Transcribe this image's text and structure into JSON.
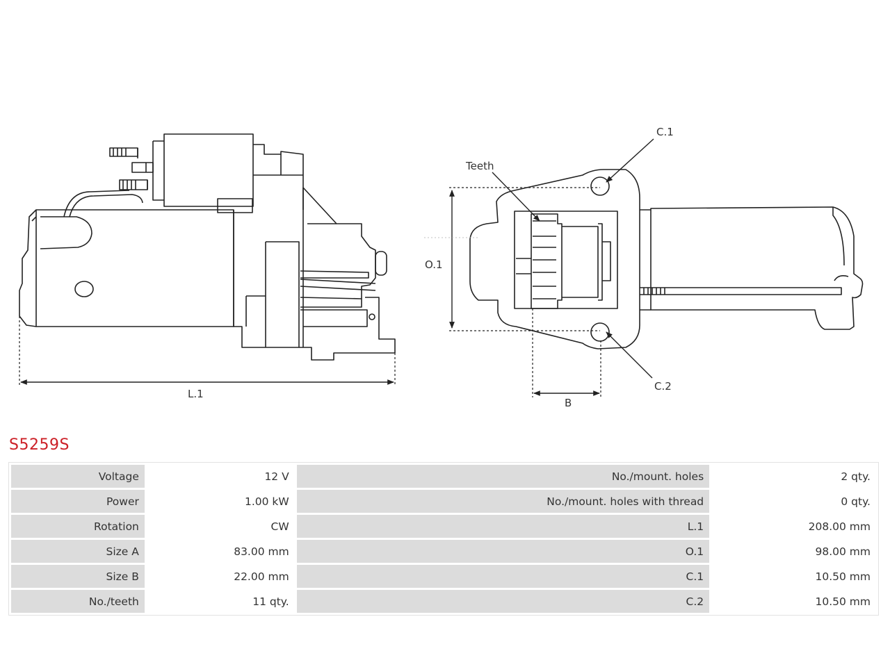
{
  "diagram": {
    "side_view": {
      "length_label": "L.1"
    },
    "front_view": {
      "teeth_label": "Teeth",
      "c1_label": "C.1",
      "c2_label": "C.2",
      "o1_label": "O.1",
      "b_label": "B"
    }
  },
  "part_number": "S5259S",
  "specs": {
    "rows": [
      [
        {
          "label": "Voltage",
          "value": "12 V"
        },
        {
          "label": "No./mount. holes",
          "value": "2 qty."
        }
      ],
      [
        {
          "label": "Power",
          "value": "1.00 kW"
        },
        {
          "label": "No./mount. holes with thread",
          "value": "0 qty."
        }
      ],
      [
        {
          "label": "Rotation",
          "value": "CW"
        },
        {
          "label": "L.1",
          "value": "208.00 mm"
        }
      ],
      [
        {
          "label": "Size A",
          "value": "83.00 mm"
        },
        {
          "label": "O.1",
          "value": "98.00 mm"
        }
      ],
      [
        {
          "label": "Size B",
          "value": "22.00 mm"
        },
        {
          "label": "C.1",
          "value": "10.50 mm"
        }
      ],
      [
        {
          "label": "No./teeth",
          "value": "11 qty."
        },
        {
          "label": "C.2",
          "value": "10.50 mm"
        }
      ]
    ]
  }
}
